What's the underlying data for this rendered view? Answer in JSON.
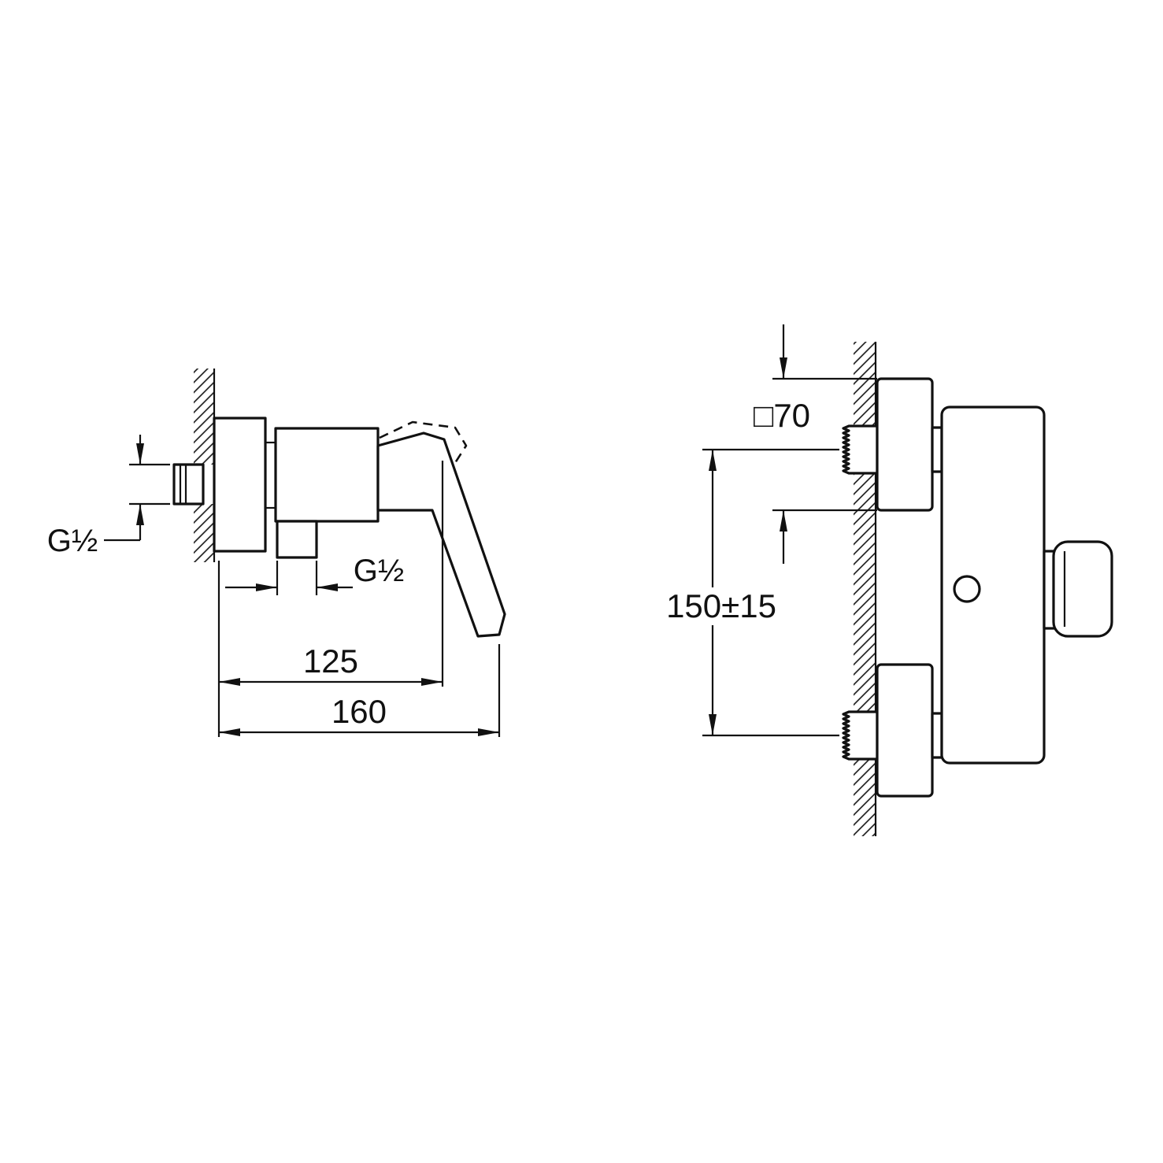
{
  "colors": {
    "background": "#ffffff",
    "line": "#111111"
  },
  "side_view": {
    "labels": {
      "inlet_thread": "G½",
      "outlet_thread": "G½",
      "projection_partial": "125",
      "projection_total": "160"
    }
  },
  "front_view": {
    "labels": {
      "escutcheon_size": "□70",
      "connection_spacing": "150±15"
    }
  }
}
